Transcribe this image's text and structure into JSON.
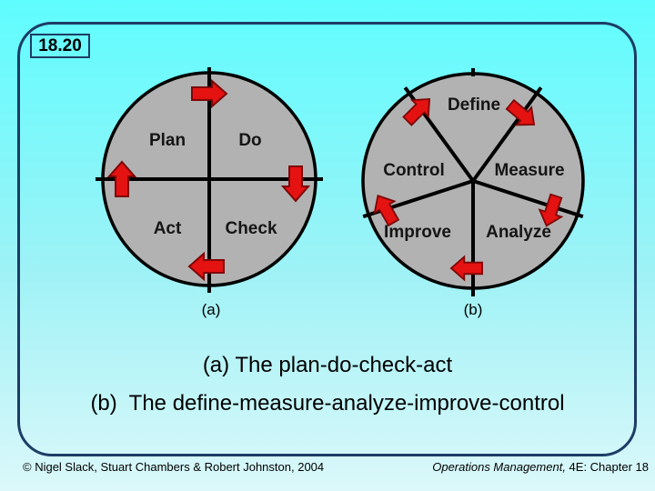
{
  "slide": {
    "figure_number": "18.20",
    "colors": {
      "background_top": "#5ffdff",
      "background_bottom": "#dcf8fa",
      "panel_border": "#1d3c66",
      "circle_fill": "#b2b2b2",
      "circle_outline": "#000000",
      "arrow_red": "#e51212",
      "arrow_outline": "#7d0606",
      "text": "#000000"
    }
  },
  "pdca": {
    "letter": "(a)",
    "labels": {
      "plan": "Plan",
      "do": "Do",
      "act": "Act",
      "check": "Check"
    }
  },
  "dmaic": {
    "letter": "(b)",
    "labels": {
      "define": "Define",
      "measure": "Measure",
      "analyze": "Analyze",
      "improve": "Improve",
      "control": "Control"
    }
  },
  "captions": {
    "line_a": "(a) The plan-do-check-act",
    "line_b": "(b)  The define-measure-analyze-improve-control"
  },
  "footer": {
    "left": "© Nigel Slack, Stuart Chambers & Robert Johnston, 2004",
    "right_italic": "Operations Management,",
    "right_regular": " 4E: Chapter 18"
  }
}
